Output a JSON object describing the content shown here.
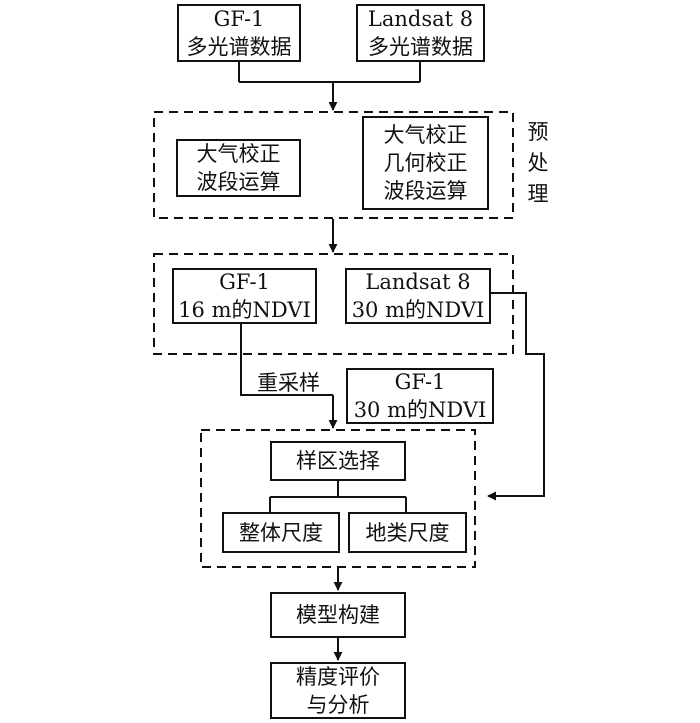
{
  "boxes": {
    "gf1_ms": {
      "lines": [
        "GF-1",
        "多光谱数据"
      ]
    },
    "landsat_ms": {
      "lines": [
        "Landsat 8",
        "多光谱数据"
      ]
    },
    "gf_pre": {
      "lines": [
        "大气校正",
        "波段运算"
      ]
    },
    "landsat_pre": {
      "lines": [
        "大气校正",
        "几何校正",
        "波段运算"
      ]
    },
    "gf_ndvi16": {
      "lines": [
        "GF-1",
        "16 m的NDVI"
      ]
    },
    "landsat_ndvi30": {
      "lines": [
        "Landsat 8",
        "30 m的NDVI"
      ]
    },
    "gf_ndvi30": {
      "lines": [
        "GF-1",
        "30 m的NDVI"
      ]
    },
    "sample": {
      "lines": [
        "样区选择"
      ]
    },
    "overall": {
      "lines": [
        "整体尺度"
      ]
    },
    "landtype": {
      "lines": [
        "地类尺度"
      ]
    },
    "model": {
      "lines": [
        "模型构建"
      ]
    },
    "evaluation": {
      "lines": [
        "精度评价",
        "与分析"
      ]
    }
  },
  "labels": {
    "preprocess": [
      "预",
      "处",
      "理"
    ],
    "resample": "重采样"
  }
}
